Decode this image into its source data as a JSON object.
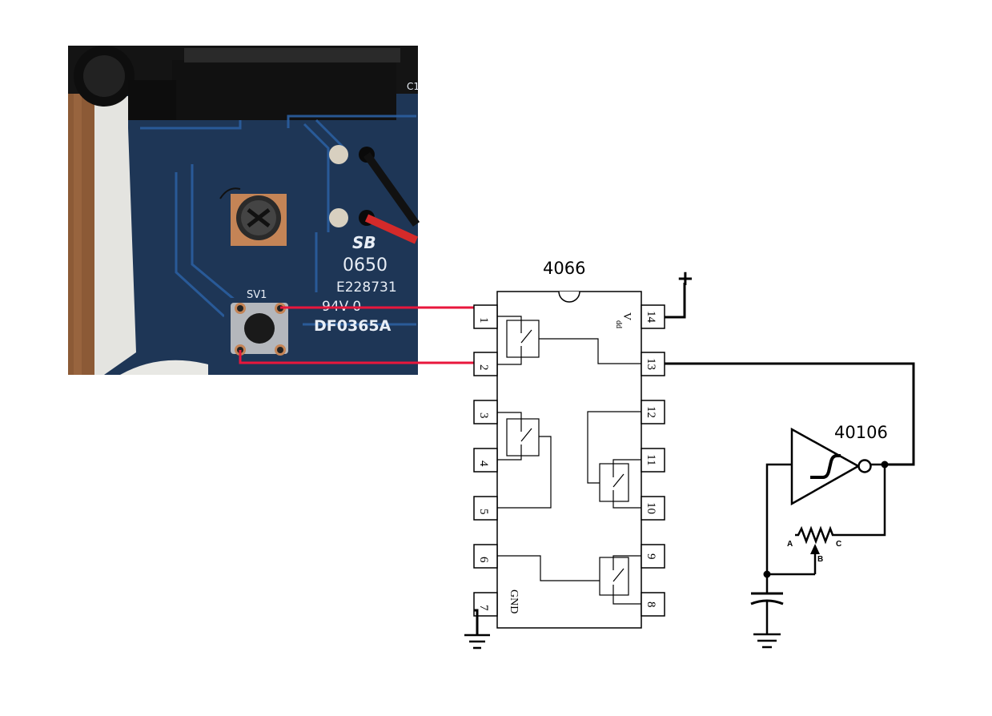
{
  "photo": {
    "silkscreen": [
      "C1",
      "SB",
      "0650",
      "E228731",
      "94V-0",
      "DF0365A"
    ],
    "switch_label": "SV1"
  },
  "ic_4066": {
    "name": "4066",
    "left_pins": [
      "1",
      "2",
      "3",
      "4",
      "5",
      "6",
      "7"
    ],
    "right_pins": [
      "14",
      "13",
      "12",
      "11",
      "10",
      "9",
      "8"
    ],
    "vdd_label": "V",
    "vdd_sub": "dd",
    "gnd_label": "GND"
  },
  "ic_40106": {
    "name": "40106"
  },
  "supply": {
    "plus": "+"
  },
  "potentiometer": {
    "a": "A",
    "b": "B",
    "c": "C"
  },
  "colors": {
    "wire": "#000000",
    "photo_wire": "#e8173c",
    "pcb": "#1e3656",
    "trace": "#2b5fa0"
  }
}
